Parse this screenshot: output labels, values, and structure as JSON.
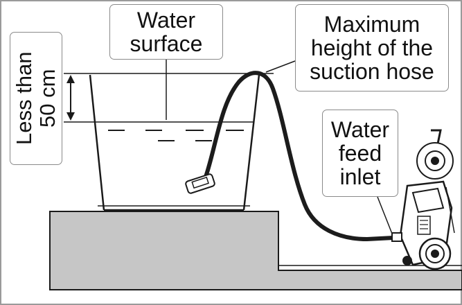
{
  "labels": {
    "height_limit": [
      "Less than",
      "50 cm"
    ],
    "water_surface": [
      "Water",
      "surface"
    ],
    "max_height": [
      "Maximum",
      "height of the",
      "suction hose"
    ],
    "feed_inlet": [
      "Water",
      "feed",
      "inlet"
    ]
  },
  "colors": {
    "outline": "#1a1a1a",
    "hose": "#1c1c1c",
    "ground_fill": "#c6c6c6",
    "callout_border": "#8a8a8a",
    "background": "#ffffff"
  },
  "icons": [
    "double-arrow-icon",
    "pressure-washer-icon",
    "suction-filter-icon"
  ]
}
